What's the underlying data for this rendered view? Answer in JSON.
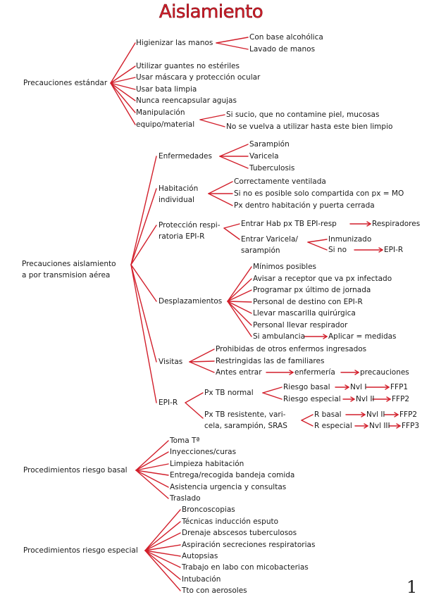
{
  "title": "Aislamiento",
  "page_number": "1",
  "colors": {
    "accent": "#d21f2b",
    "text": "#1a1a1a"
  },
  "sections": {
    "s1": {
      "label": "Precauciones estándar",
      "higienizar": {
        "label": "Higienizar las manos",
        "items": [
          "Con base alcohólica",
          "Lavado de manos"
        ]
      },
      "items": [
        "Utilizar guantes no estériles",
        "Usar máscara y protección ocular",
        "Usar bata limpia",
        "Nunca reencapsular agujas"
      ],
      "manipulacion": {
        "label1": "Manipulación",
        "label2": "equipo/material",
        "items": [
          "Si sucio, que no contamine piel, mucosas",
          "No se vuelva a utilizar hasta este bien limpio"
        ]
      }
    },
    "s2": {
      "label1": "Precauciones aislamiento",
      "label2": "a por transmision aérea",
      "enfermedades": {
        "label": "Enfermedades",
        "items": [
          "Sarampión",
          "Varicela",
          "Tuberculosis"
        ]
      },
      "habitacion": {
        "label1": "Habitación",
        "label2": "individual",
        "items": [
          "Correctamente ventilada",
          "Si no es posible solo compartida con px = MO",
          "Px dentro habitación y puerta cerrada"
        ]
      },
      "proteccion": {
        "label1": "Protección respi-",
        "label2": "ratoria EPI-R",
        "entrar_tb": "Entrar Hab px TB EPI-resp",
        "respiradores": "Respiradores",
        "entrar_varicela1": "Entrar Varicela/",
        "entrar_varicela2": "sarampión",
        "inmunizado": "Inmunizado",
        "si_no": "Si no",
        "epi_r": "EPI-R"
      },
      "desplazamientos": {
        "label": "Desplazamientos",
        "items": [
          "Mínimos posibles",
          "Avisar a receptor que va px infectado",
          "Programar px último de jornada",
          "Personal de destino con EPI-R",
          "Llevar mascarilla quirúrgica",
          "Personal llevar respirador"
        ],
        "ambulancia": "Si ambulancia",
        "aplicar": "Aplicar = medidas"
      },
      "visitas": {
        "label": "Visitas",
        "items": [
          "Prohibidas de otros enfermos ingresados",
          "Restringidas las de familiares"
        ],
        "antes": "Antes entrar",
        "enfermeria": "enfermería",
        "precauciones": "precauciones"
      },
      "epir": {
        "label": "EPI-R",
        "tb_normal": "Px TB normal",
        "riesgo_basal": "Riesgo basal",
        "nvl1": "Nvl I",
        "ffp1": "FFP1",
        "riesgo_especial": "Riesgo especial",
        "nvl2": "Nvl II",
        "ffp2": "FFP2",
        "tb_res1": "Px TB resistente, vari-",
        "tb_res2": "cela, sarampión, SRAS",
        "r_basal": "R basal",
        "nvl2b": "Nvl II",
        "ffp2b": "FFP2",
        "r_especial": "R especial",
        "nvl3": "Nvl III",
        "ffp3": "FFP3"
      }
    },
    "s3": {
      "label": "Procedimientos riesgo basal",
      "items": [
        "Toma Tª",
        "Inyecciones/curas",
        "Limpieza habitación",
        "Entrega/recogida bandeja comida",
        "Asistencia urgencia y consultas",
        "Traslado"
      ]
    },
    "s4": {
      "label": "Procedimientos riesgo especial",
      "items": [
        "Broncoscopias",
        "Técnicas inducción esputo",
        "Drenaje abscesos tuberculosos",
        "Aspiración secreciones respiratorias",
        "Autopsias",
        "Trabajo en labo con micobacterias",
        "Intubación",
        "Tto con aerosoles"
      ]
    }
  }
}
